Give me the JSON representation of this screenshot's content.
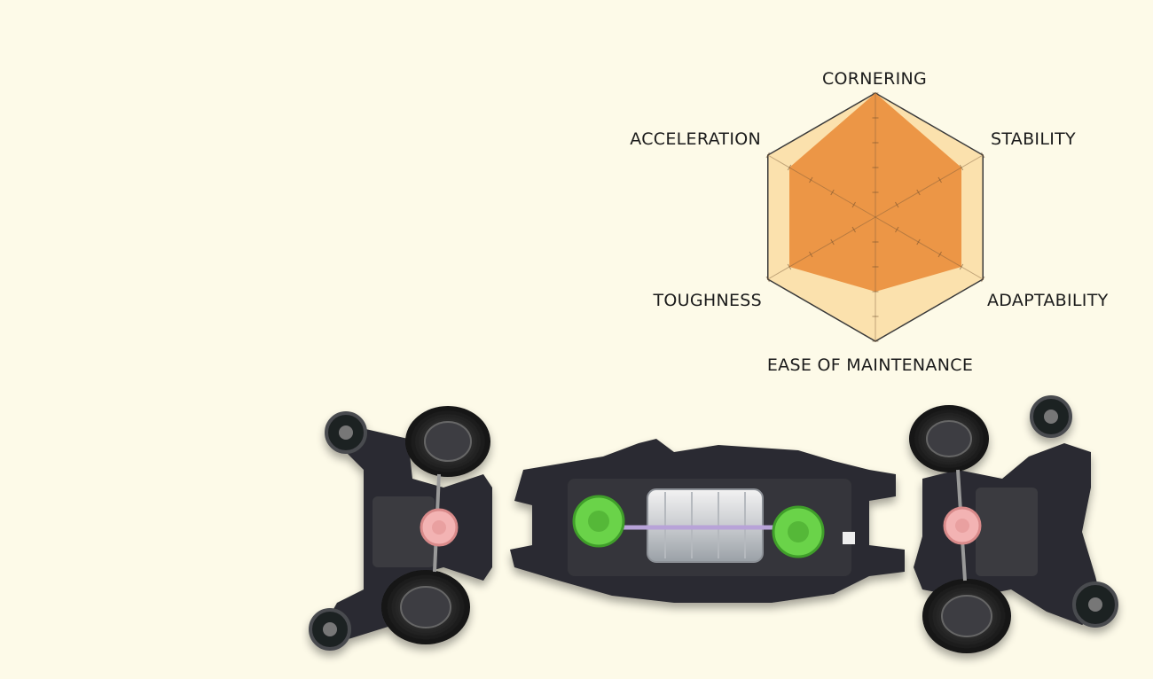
{
  "chart_data": {
    "type": "radar",
    "axes": [
      "CORNERING",
      "STABILITY",
      "ADAPTABILITY",
      "EASE OF MAINTENANCE",
      "TOUGHNESS",
      "ACCELERATION"
    ],
    "values": [
      5,
      4,
      4,
      3,
      4,
      4
    ],
    "rlim": [
      0,
      5
    ],
    "grid": true,
    "colors": {
      "fill": "#ec9646",
      "background": "#fbe1ad",
      "outline": "#3a3a3a",
      "page": "#fdfae8"
    }
  },
  "image": {
    "subject": "chassis-kit-parts"
  }
}
